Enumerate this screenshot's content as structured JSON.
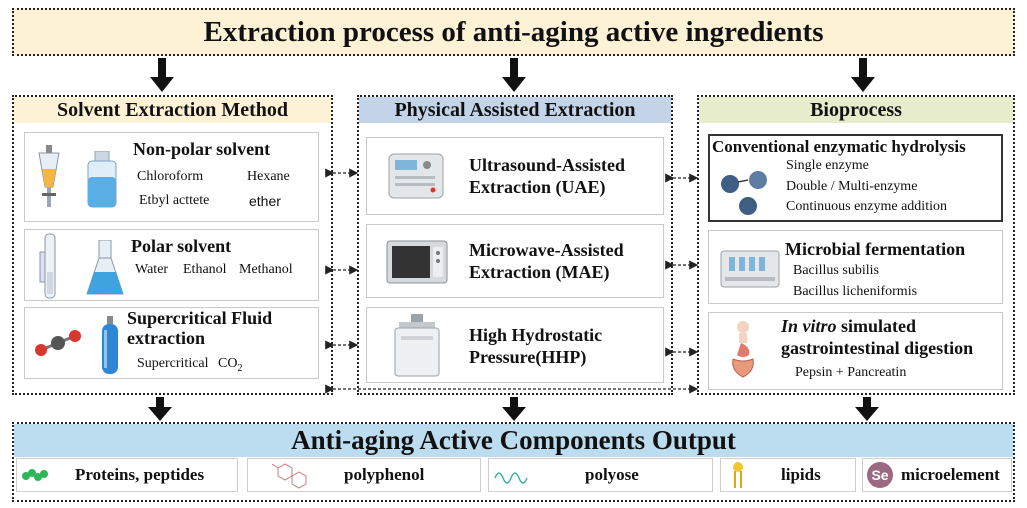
{
  "title": "Extraction process of anti-aging active ingredients",
  "solvent": {
    "header": "Solvent Extraction Method",
    "nonpolar": {
      "title": "Non-polar solvent",
      "items": [
        "Chloroform",
        "Hexane",
        "Etbyl acttete",
        "ether"
      ]
    },
    "polar": {
      "title": "Polar solvent",
      "items": [
        "Water",
        "Ethanol",
        "Methanol"
      ]
    },
    "supercritical": {
      "title_line1": "Supercritical Fluid",
      "title_line2": "extraction",
      "sub": "Supercritical",
      "co": "CO",
      "sub2": "2"
    }
  },
  "physical": {
    "header": "Physical Assisted Extraction",
    "uae": {
      "line1": "Ultrasound-Assisted",
      "line2": "Extraction (UAE)"
    },
    "mae": {
      "line1": "Microwave-Assisted",
      "line2": "Extraction (MAE)"
    },
    "hhp": {
      "line1": "High Hydrostatic",
      "line2": "Pressure(HHP)"
    }
  },
  "bioprocess": {
    "header": "Bioprocess",
    "enzymatic": {
      "title": "Conventional enzymatic hydrolysis",
      "items": [
        "Single enzyme",
        "Double / Multi-enzyme",
        "Continuous enzyme addition"
      ]
    },
    "microbial": {
      "title": "Microbial fermentation",
      "items": [
        "Bacillus subilis",
        "Bacillus licheniformis"
      ]
    },
    "invitro": {
      "title_italic": "In vitro",
      "title_rest": " simulated",
      "title_line2": "gastrointestinal digestion",
      "sub": "Pepsin + Pancreatin"
    }
  },
  "output": {
    "header": "Anti-aging Active Components Output",
    "items": [
      "Proteins, peptides",
      "polyphenol",
      "polyose",
      "lipids",
      "microelement"
    ],
    "se_symbol": "Se"
  },
  "colors": {
    "title_bg": "#fdf2d6",
    "solvent_head": "#fdf2d6",
    "physical_head": "#c4d4e8",
    "bio_head": "#e7eccd",
    "output_head": "#bcdcf0"
  }
}
